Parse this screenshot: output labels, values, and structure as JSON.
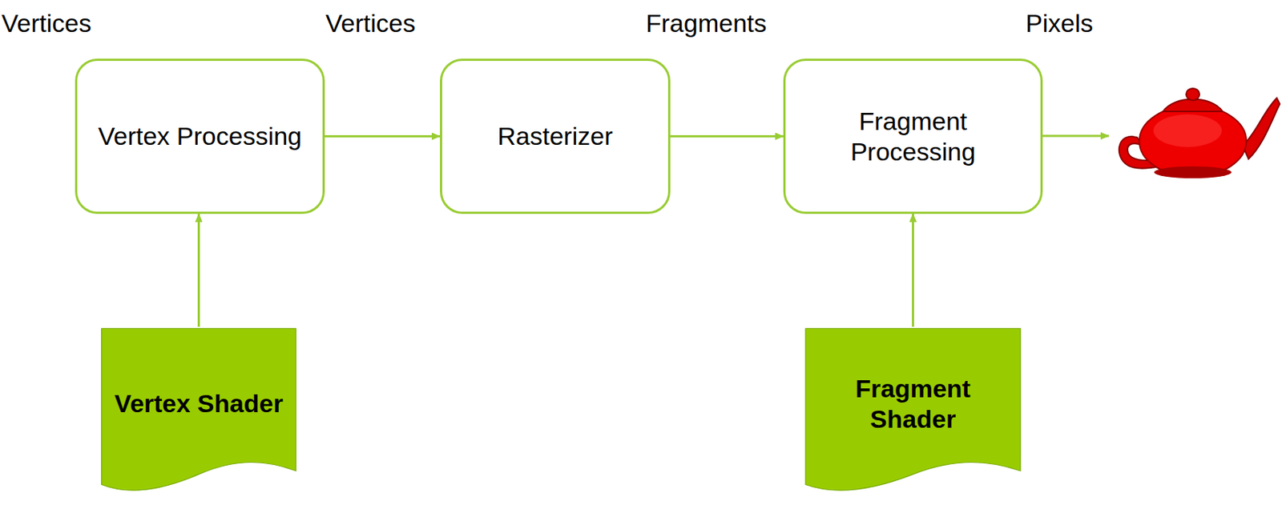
{
  "diagram": {
    "nodes": [
      {
        "text": [
          "Vertex Processing"
        ]
      },
      {
        "text": [
          "Rasterizer"
        ]
      },
      {
        "text": [
          "Fragment Processing"
        ]
      },
      {
        "text": [
          "Vertex Shader"
        ]
      },
      {
        "text": [
          "Fragment Shader"
        ]
      }
    ],
    "edges": [
      {
        "from": 0,
        "to": 1,
        "arrow": "to"
      },
      {
        "from": 1,
        "to": 2,
        "arrow": "to"
      },
      {
        "from": 3,
        "to": 0,
        "arrow": "to"
      },
      {
        "from": 4,
        "to": 2,
        "arrow": "to"
      }
    ],
    "labels": [
      "Vertices",
      "Vertices",
      "Fragments",
      "Pixels"
    ]
  }
}
